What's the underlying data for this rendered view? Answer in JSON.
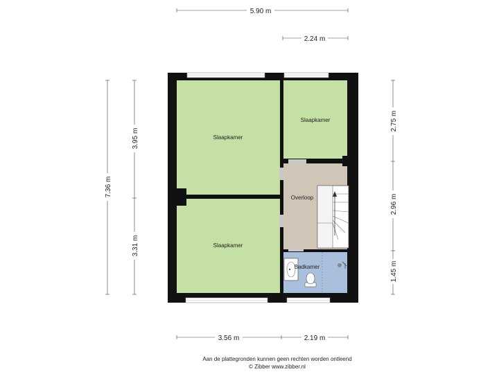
{
  "dimensions": {
    "top_total": "5.90 m",
    "top_right": "2.24 m",
    "left_total": "7.36 m",
    "left_upper": "3.95 m",
    "left_lower": "3.31 m",
    "right_upper": "2.75 m",
    "right_middle": "2.96 m",
    "right_lower": "1.45 m",
    "bottom_left": "3.56 m",
    "bottom_right": "2.19 m"
  },
  "rooms": {
    "bedroom_top_left": "Slaapkamer",
    "bedroom_top_right": "Slaapkamer",
    "bedroom_bottom": "Slaapkamer",
    "landing": "Overloop",
    "bathroom": "Badkamer"
  },
  "colors": {
    "bedroom": "#c5e0a5",
    "landing": "#d1c5b8",
    "bathroom": "#aabfdb",
    "wall": "#111111"
  },
  "footer": {
    "line1": "Aan de plattegronden kunnen geen rechten worden ontleend",
    "line2": "© Zibber www.zibber.nl"
  }
}
